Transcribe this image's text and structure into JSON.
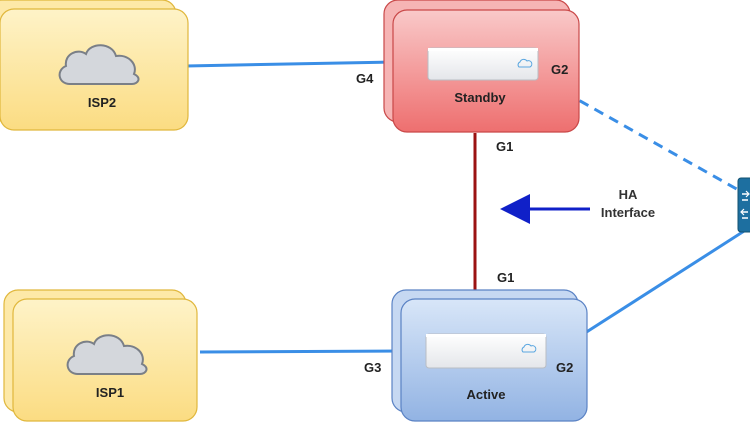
{
  "isp2": {
    "label": "ISP2"
  },
  "isp1": {
    "label": "ISP1"
  },
  "standby": {
    "label": "Standby",
    "port_left": "G4",
    "port_right": "G2",
    "port_bottom": "G1"
  },
  "active": {
    "label": "Active",
    "port_left": "G3",
    "port_right": "G2",
    "port_top": "G1"
  },
  "ha": {
    "line1": "HA",
    "line2": "Interface"
  },
  "icons": {
    "isp": "cloud-icon",
    "firewall": "firewall-appliance-icon",
    "switch": "network-switch-icon",
    "arrow": "arrow-left-icon"
  },
  "colors": {
    "isp_fill": "#fde9a8",
    "isp_border": "#e0b73c",
    "standby_fill": "#f38b8b",
    "standby_border": "#c94848",
    "active_fill": "#b7cdee",
    "active_border": "#5a82c4",
    "link_blue": "#3a8ee6",
    "ha_link": "#9b1212",
    "arrow": "#1020c8",
    "switch": "#1d6fa0"
  }
}
